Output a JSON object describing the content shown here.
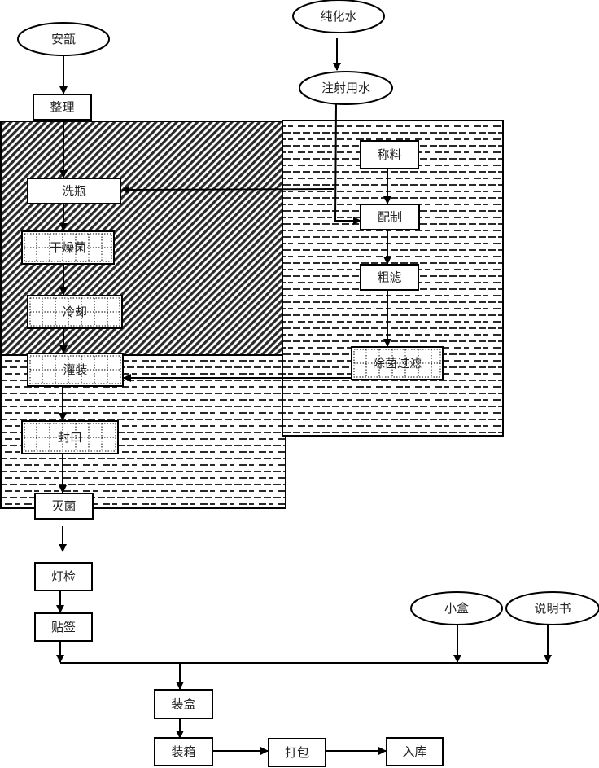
{
  "diagram": {
    "type": "process-flow",
    "zones": [
      {
        "id": "zone-hatched",
        "pattern": "diagonal-hatch",
        "meaning": "high-temperature / dry-heat area"
      },
      {
        "id": "zone-dashed-left",
        "pattern": "horizontal-dash",
        "meaning": "clean area (filling/sealing)"
      },
      {
        "id": "zone-dashed-right",
        "pattern": "horizontal-dash",
        "meaning": "clean area (solution prep)"
      }
    ],
    "nodes": [
      {
        "id": "anpi",
        "label": "安瓿",
        "shape": "ellipse"
      },
      {
        "id": "zhengli",
        "label": "整理",
        "shape": "rect"
      },
      {
        "id": "xiping",
        "label": "洗瓶",
        "shape": "rect"
      },
      {
        "id": "ganzao",
        "label": "干燥菌",
        "shape": "rect-dotted"
      },
      {
        "id": "lengque",
        "label": "冷却",
        "shape": "rect-dotted"
      },
      {
        "id": "guanzhuang",
        "label": "灌装",
        "shape": "rect-dotted"
      },
      {
        "id": "fengkou",
        "label": "封口",
        "shape": "rect-dotted"
      },
      {
        "id": "miejun",
        "label": "灭菌",
        "shape": "rect"
      },
      {
        "id": "dengjian",
        "label": "灯检",
        "shape": "rect"
      },
      {
        "id": "tieqian",
        "label": "贴签",
        "shape": "rect"
      },
      {
        "id": "chunhuashui",
        "label": "纯化水",
        "shape": "ellipse"
      },
      {
        "id": "zhusheyongshui",
        "label": "注射用水",
        "shape": "ellipse"
      },
      {
        "id": "chengliao",
        "label": "称料",
        "shape": "rect"
      },
      {
        "id": "peizhi",
        "label": "配制",
        "shape": "rect"
      },
      {
        "id": "culv",
        "label": "粗滤",
        "shape": "rect"
      },
      {
        "id": "chujunguolv",
        "label": "除菌过滤",
        "shape": "rect-dotted"
      },
      {
        "id": "xiaohe",
        "label": "小盒",
        "shape": "ellipse"
      },
      {
        "id": "shuomingshu",
        "label": "说明书",
        "shape": "ellipse"
      },
      {
        "id": "zhuanghe",
        "label": "装盒",
        "shape": "rect"
      },
      {
        "id": "zhuangxiang",
        "label": "装箱",
        "shape": "rect"
      },
      {
        "id": "dabao",
        "label": "打包",
        "shape": "rect"
      },
      {
        "id": "ruku",
        "label": "入库",
        "shape": "rect"
      }
    ],
    "edges": [
      {
        "from": "anpi",
        "to": "zhengli"
      },
      {
        "from": "zhengli",
        "to": "xiping"
      },
      {
        "from": "xiping",
        "to": "ganzao"
      },
      {
        "from": "ganzao",
        "to": "lengque"
      },
      {
        "from": "lengque",
        "to": "guanzhuang"
      },
      {
        "from": "guanzhuang",
        "to": "fengkou"
      },
      {
        "from": "fengkou",
        "to": "miejun"
      },
      {
        "from": "miejun",
        "to": "dengjian"
      },
      {
        "from": "dengjian",
        "to": "tieqian"
      },
      {
        "from": "chunhuashui",
        "to": "zhusheyongshui"
      },
      {
        "from": "zhusheyongshui",
        "to": "xiping"
      },
      {
        "from": "zhusheyongshui",
        "to": "peizhi"
      },
      {
        "from": "chengliao",
        "to": "peizhi"
      },
      {
        "from": "peizhi",
        "to": "culv"
      },
      {
        "from": "culv",
        "to": "chujunguolv"
      },
      {
        "from": "chujunguolv",
        "to": "guanzhuang"
      },
      {
        "from": "tieqian",
        "to": "zhuanghe"
      },
      {
        "from": "xiaohe",
        "to": "zhuanghe"
      },
      {
        "from": "shuomingshu",
        "to": "zhuanghe"
      },
      {
        "from": "zhuanghe",
        "to": "zhuangxiang"
      },
      {
        "from": "zhuangxiang",
        "to": "dabao"
      },
      {
        "from": "dabao",
        "to": "ruku"
      }
    ]
  }
}
